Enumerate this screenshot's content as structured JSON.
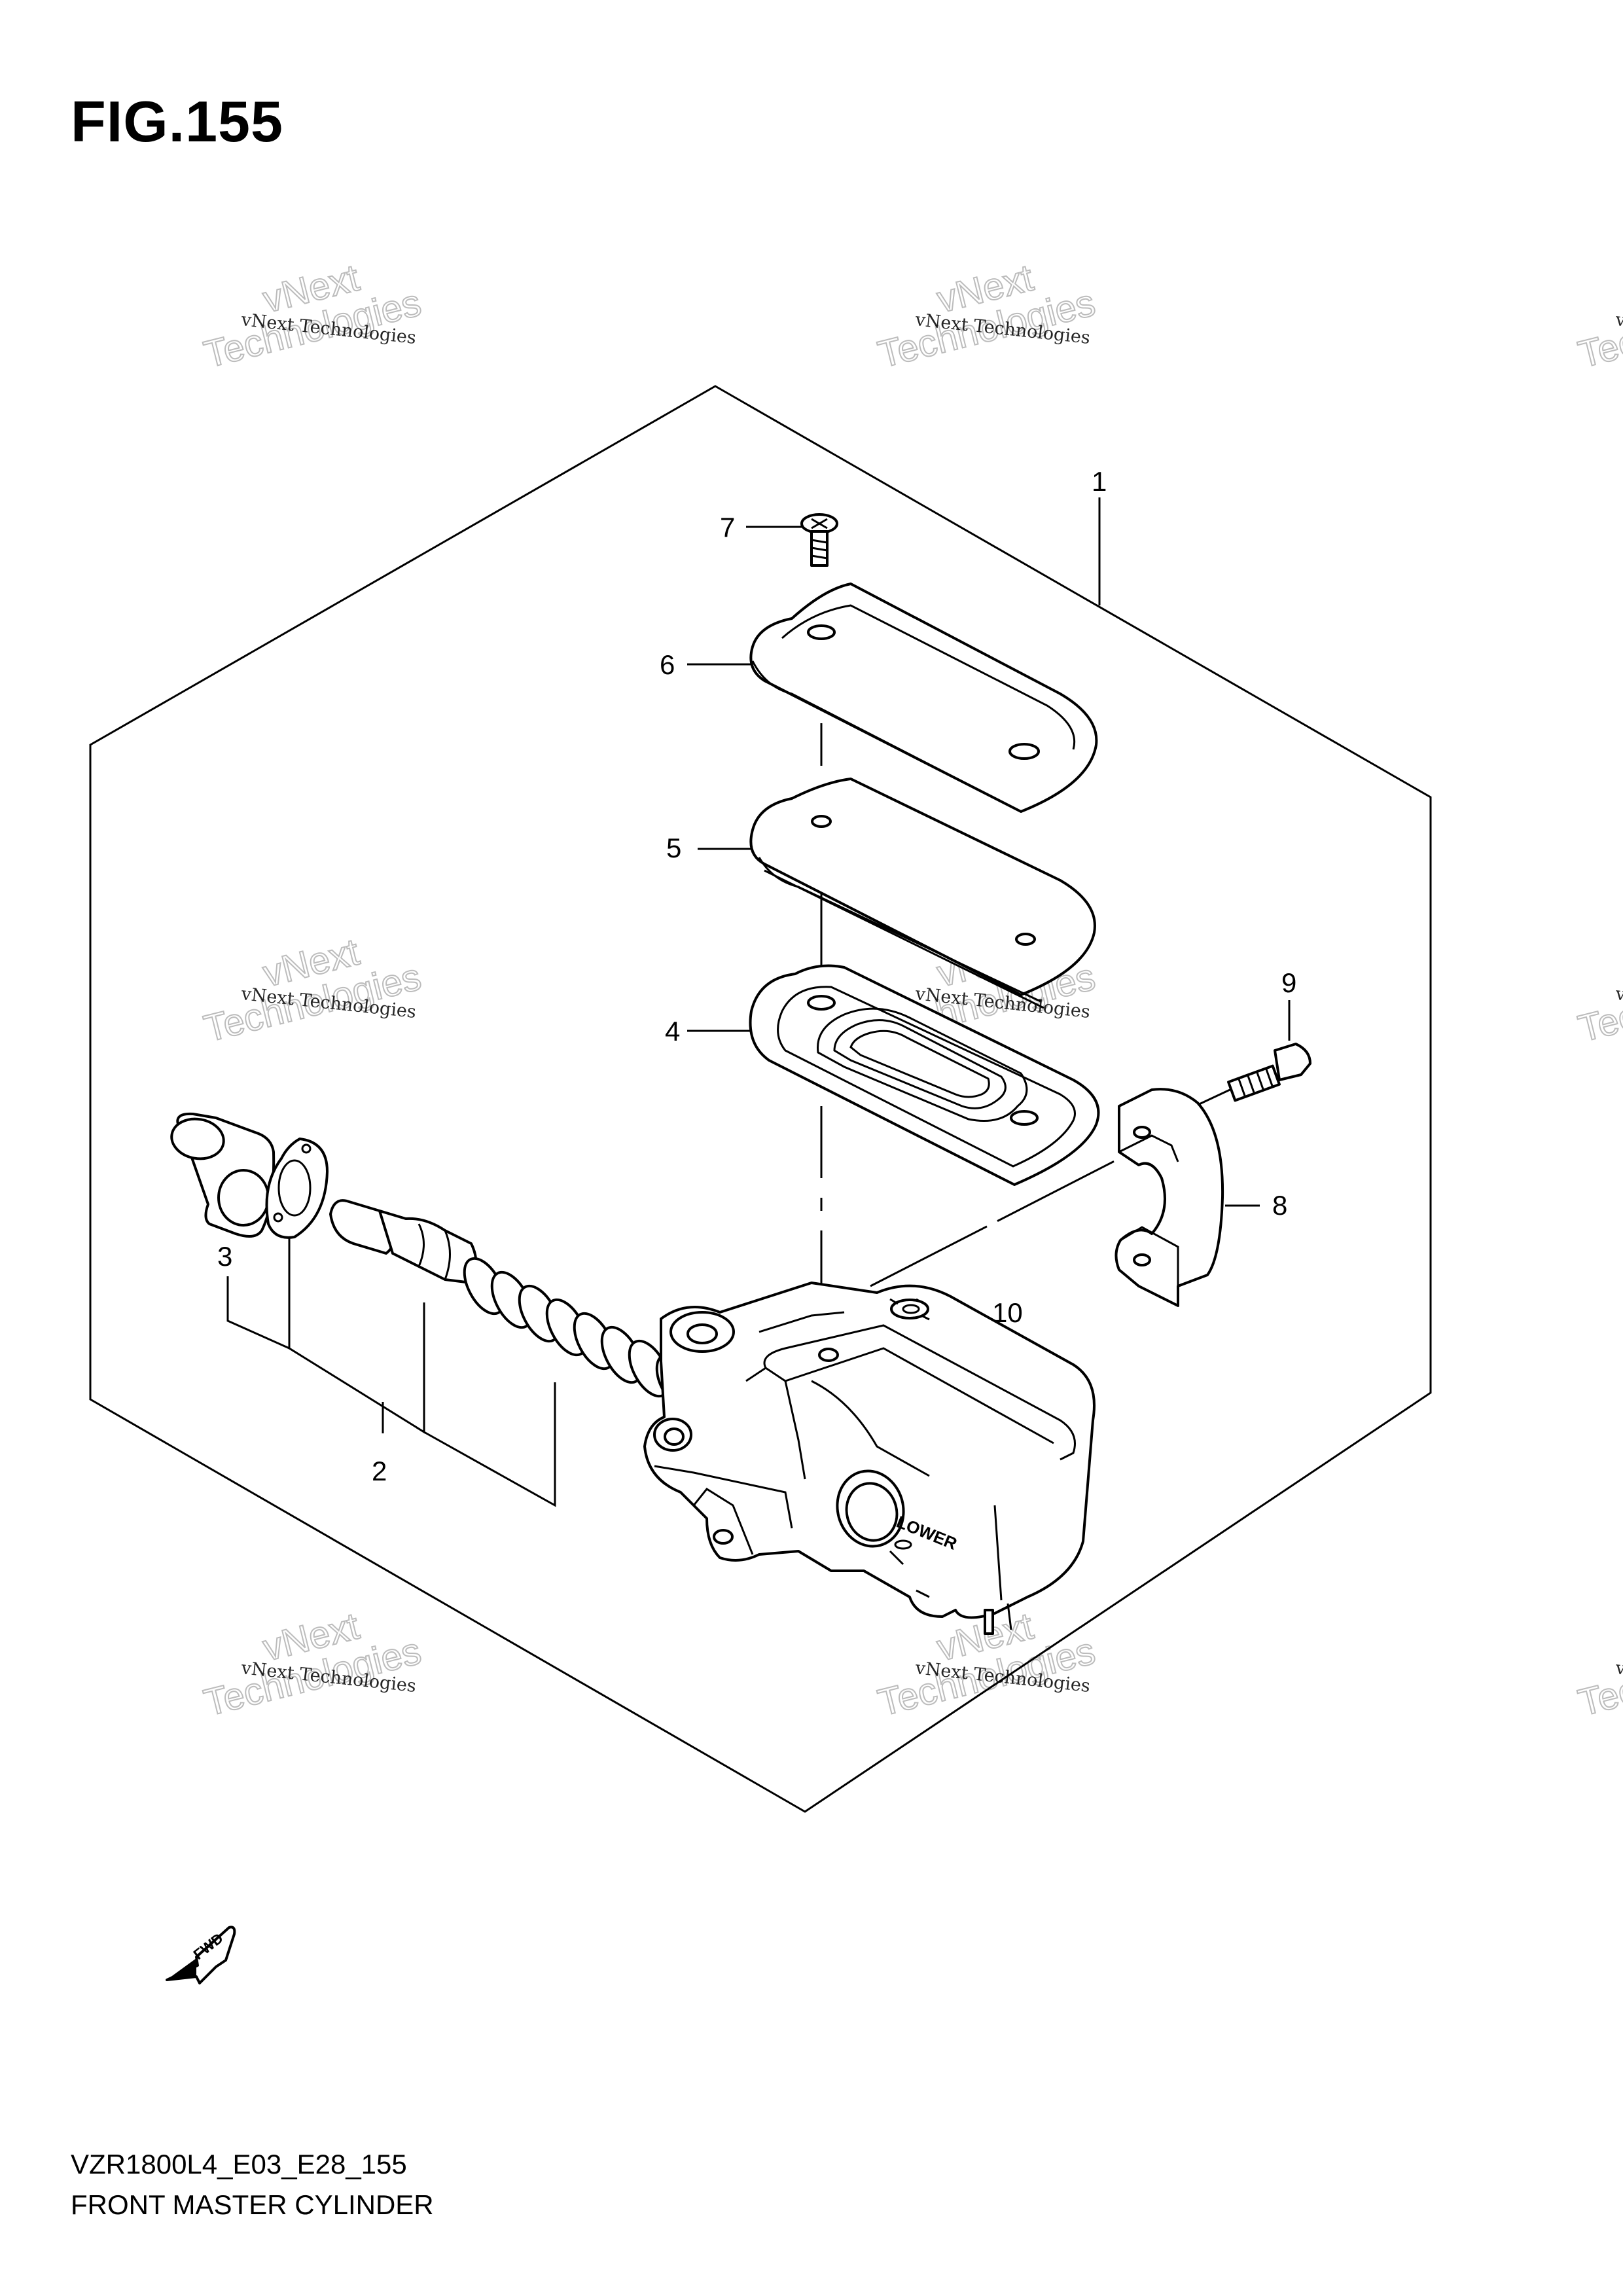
{
  "figure": {
    "title": "FIG.155",
    "code": "VZR1800L4_E03_E28_155",
    "name": "FRONT MASTER CYLINDER"
  },
  "callouts": [
    {
      "id": "1",
      "label": "1"
    },
    {
      "id": "2",
      "label": "2"
    },
    {
      "id": "3",
      "label": "3"
    },
    {
      "id": "4",
      "label": "4"
    },
    {
      "id": "5",
      "label": "5"
    },
    {
      "id": "6",
      "label": "6"
    },
    {
      "id": "7",
      "label": "7"
    },
    {
      "id": "8",
      "label": "8"
    },
    {
      "id": "9",
      "label": "9"
    },
    {
      "id": "10",
      "label": "10"
    }
  ],
  "embossed_text": {
    "lower": "LOWER",
    "fwd": "FWD"
  },
  "watermark": {
    "small": "vNext Technologies",
    "big_top": "vNext",
    "big_bottom": "Technologies"
  },
  "colors": {
    "ink": "#000000",
    "watermark": "#bcbcbc",
    "background": "#ffffff"
  }
}
